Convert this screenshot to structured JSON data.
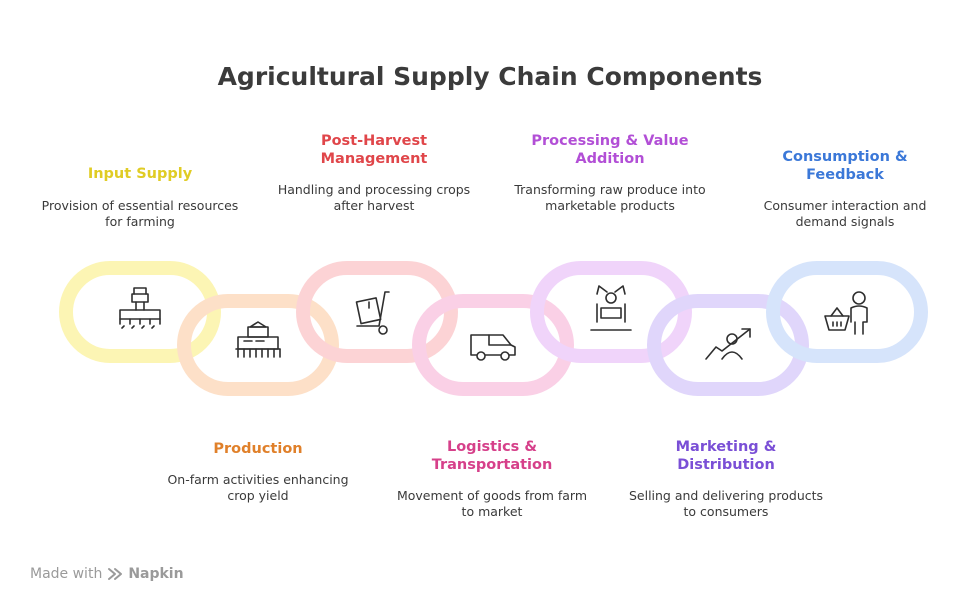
{
  "title": "Agricultural Supply Chain Components",
  "steps": [
    {
      "label": "Input Supply",
      "desc": "Provision of essential resources for farming",
      "color": "#e0cc25",
      "ring": "#fcf5b4",
      "icon": "planter-icon"
    },
    {
      "label": "Production",
      "desc": "On-farm activities enhancing crop yield",
      "color": "#e0802a",
      "ring": "#fde0c8",
      "icon": "harvester-icon"
    },
    {
      "label": "Post-Harvest Management",
      "desc": "Handling and processing crops after harvest",
      "color": "#e0464a",
      "ring": "#fcd3d5",
      "icon": "hand-truck-icon"
    },
    {
      "label": "Logistics & Transportation",
      "desc": "Movement of goods from farm to market",
      "color": "#d6408a",
      "ring": "#fad0e6",
      "icon": "van-icon"
    },
    {
      "label": "Processing & Value Addition",
      "desc": "Transforming raw produce into marketable products",
      "color": "#b24fd6",
      "ring": "#f0d4fa",
      "icon": "robot-arm-icon"
    },
    {
      "label": "Marketing & Distribution",
      "desc": "Selling and delivering products to consumers",
      "color": "#7a4fd6",
      "ring": "#e0d6fb",
      "icon": "growth-person-icon"
    },
    {
      "label": "Consumption & Feedback",
      "desc": "Consumer interaction and demand signals",
      "color": "#3b78d8",
      "ring": "#d6e4fb",
      "icon": "shopper-icon"
    }
  ],
  "footer": {
    "prefix": "Made with",
    "brand": "Napkin",
    "icon": "napkin-logo-icon"
  }
}
